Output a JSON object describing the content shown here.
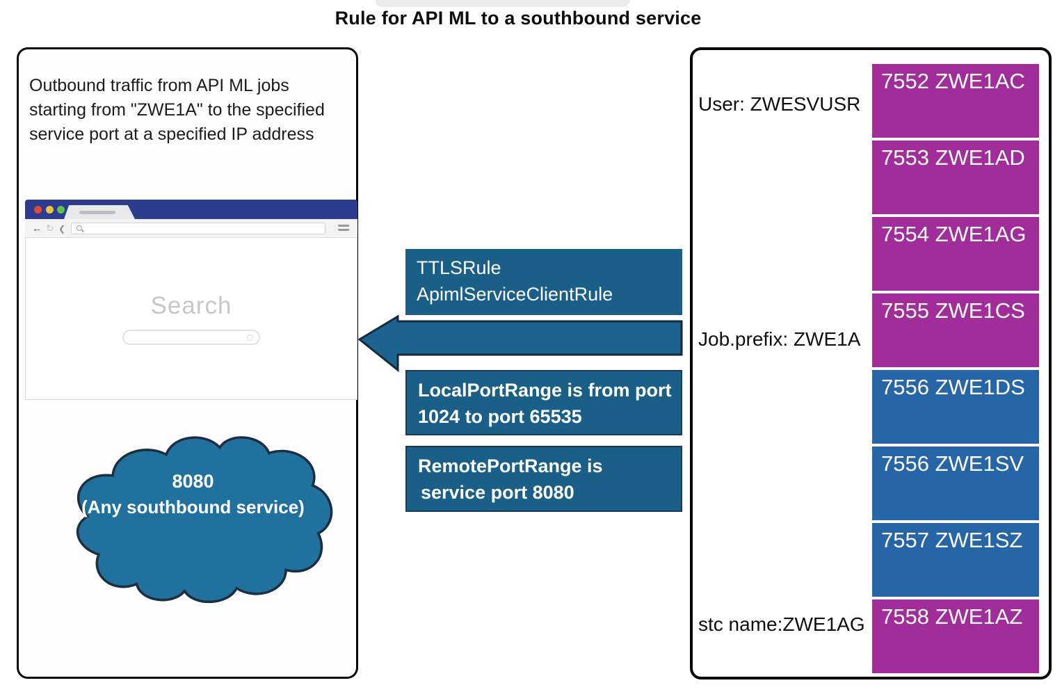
{
  "title": "Rule for API ML to a southbound service",
  "left_panel": {
    "description": "Outbound traffic from API ML jobs starting from \"ZWE1A\" to the specified service port at a specified IP address",
    "browser": {
      "search_label": "Search"
    },
    "cloud": {
      "port": "8080",
      "caption": "(Any southbound service)"
    }
  },
  "middle": {
    "ttls_rule_box": {
      "line1": "TTLSRule",
      "line2": "ApimlServiceClientRule"
    },
    "local_port_box": {
      "line1": "LocalPortRange is from port",
      "line2": "1024 to port 65535"
    },
    "remote_port_box": {
      "line1": "RemotePortRange is",
      "line2": "service port 8080"
    }
  },
  "right_panel": {
    "user_label": "User: ZWESVUSR",
    "job_prefix_label": "Job.prefix: ZWE1A",
    "stc_name_label": "stc name:ZWE1AG",
    "ports": [
      {
        "label": "7552 ZWE1AC",
        "group": "purple"
      },
      {
        "label": "7553 ZWE1AD",
        "group": "purple"
      },
      {
        "label": "7554 ZWE1AG",
        "group": "purple"
      },
      {
        "label": "7555 ZWE1CS",
        "group": "purple"
      },
      {
        "label": "7556 ZWE1DS",
        "group": "blue"
      },
      {
        "label": "7556 ZWE1SV",
        "group": "blue"
      },
      {
        "label": "7557 ZWE1SZ",
        "group": "blue"
      },
      {
        "label": "7558 ZWE1AZ",
        "group": "purple"
      }
    ],
    "group_colors": {
      "purple": "#a02d9a",
      "blue": "#2766a6"
    }
  },
  "colors": {
    "teal_box": "#1a5f88",
    "arrow": "#1d6390",
    "cloud": "#21719f",
    "browser_bar": "#2d3c8e",
    "purple": "#a02d9a",
    "blue": "#2766a6"
  }
}
